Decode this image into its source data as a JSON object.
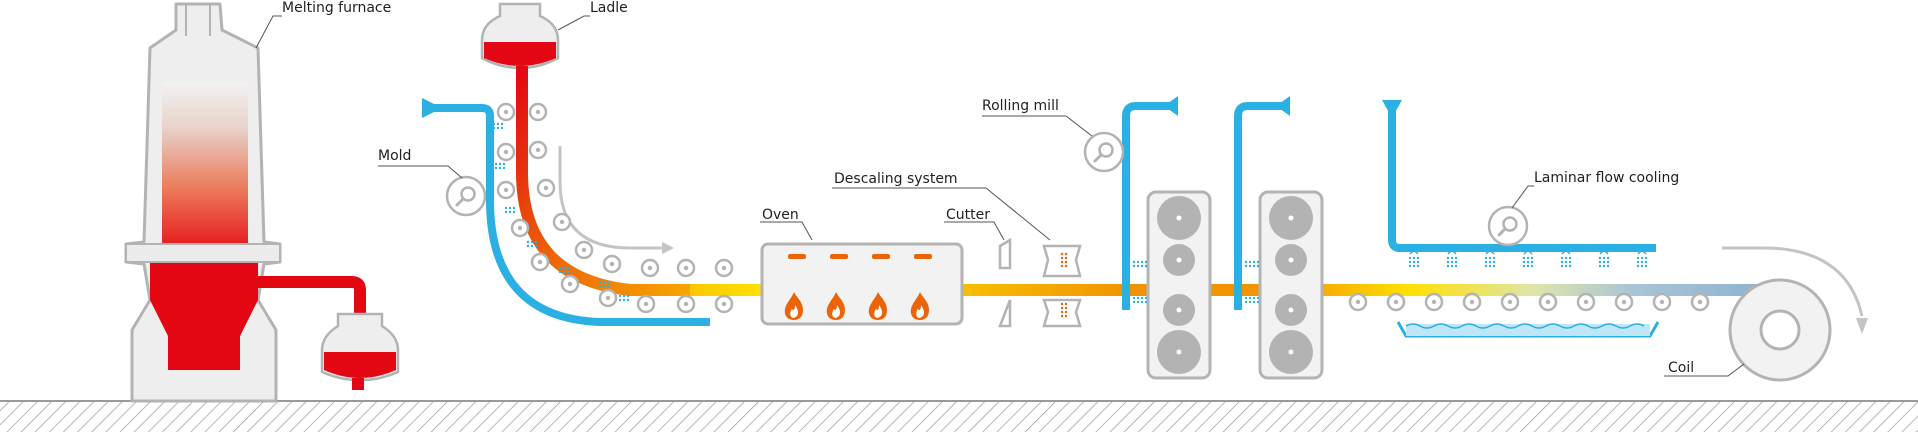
{
  "labels": {
    "melting_furnace": "Melting furnace",
    "ladle": "Ladle",
    "mold": "Mold",
    "rolling_mill": "Rolling mill",
    "descaling_system": "Descaling system",
    "oven": "Oven",
    "cutter": "Cutter",
    "laminar_flow_cooling": "Laminar flow cooling",
    "coil": "Coil"
  },
  "colors": {
    "molten_red": "#e30613",
    "hot_orange": "#ec6408",
    "warm_yellow": "#ffe600",
    "cool_blue_gray": "#8fb3cf",
    "water_blue": "#2ab0e3",
    "machine_gray": "#b3b3b3",
    "light_gray": "#e6e6e6"
  },
  "icons": {
    "magnifier": "magnifier-icon",
    "flame": "flame-icon",
    "roller": "roller-icon"
  }
}
